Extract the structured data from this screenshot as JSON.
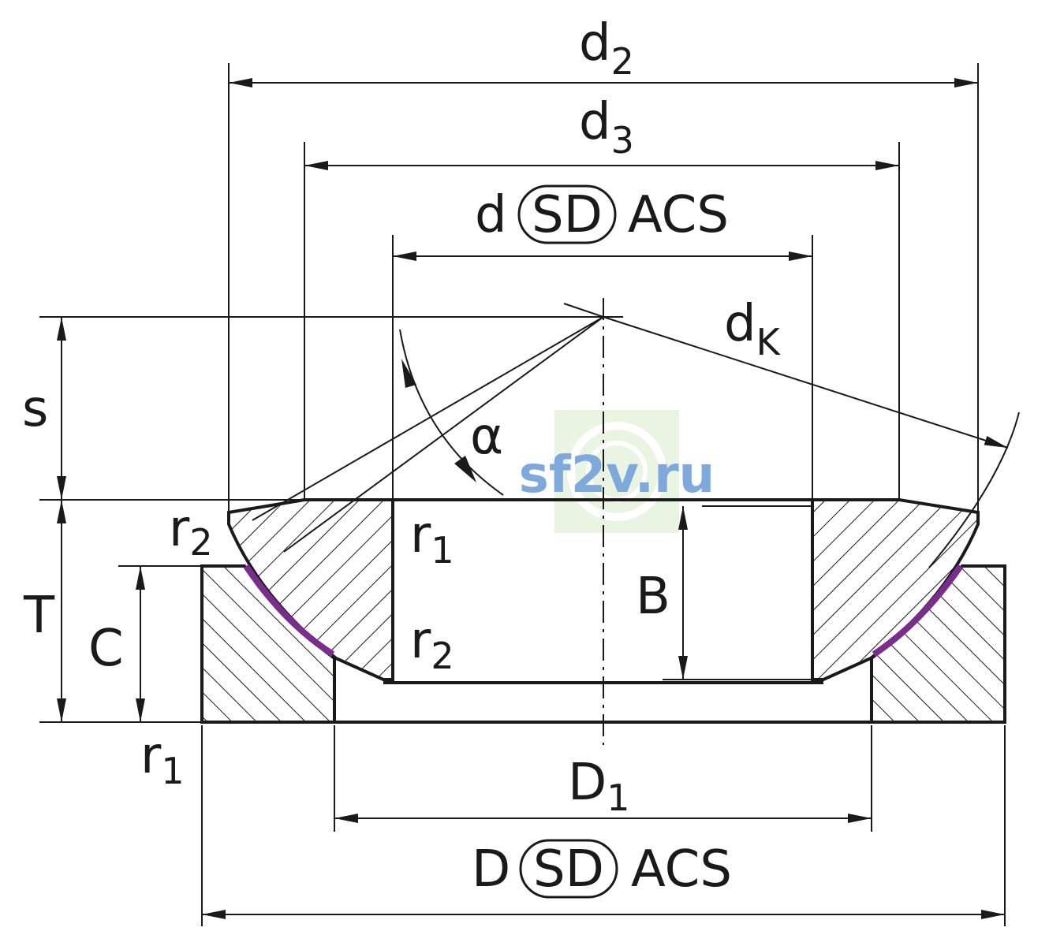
{
  "diagram": {
    "labels": {
      "d2": {
        "base": "d",
        "sub": "2"
      },
      "d3": {
        "base": "d",
        "sub": "3"
      },
      "dK": {
        "base": "d",
        "sub": "K"
      },
      "D1": {
        "base": "D",
        "sub": "1"
      },
      "r1_a": {
        "base": "r",
        "sub": "1"
      },
      "r1_b": {
        "base": "r",
        "sub": "1"
      },
      "r2_a": {
        "base": "r",
        "sub": "2"
      },
      "r2_b": {
        "base": "r",
        "sub": "2"
      },
      "s": "s",
      "T": "T",
      "C": "C",
      "B": "B",
      "alpha": "α"
    },
    "inner_bore": {
      "prefix": "d",
      "badge": "SD",
      "suffix": "ACS"
    },
    "outer_diameter": {
      "prefix": "D",
      "badge": "SD",
      "suffix": "ACS"
    },
    "colors": {
      "line": "#1a1a1a",
      "sliding_layer": "#7b2d8e",
      "watermark_text": "#7fa8dd",
      "watermark_bg": "#e9f4e3"
    }
  },
  "watermark": {
    "text": "sf2v.ru"
  }
}
